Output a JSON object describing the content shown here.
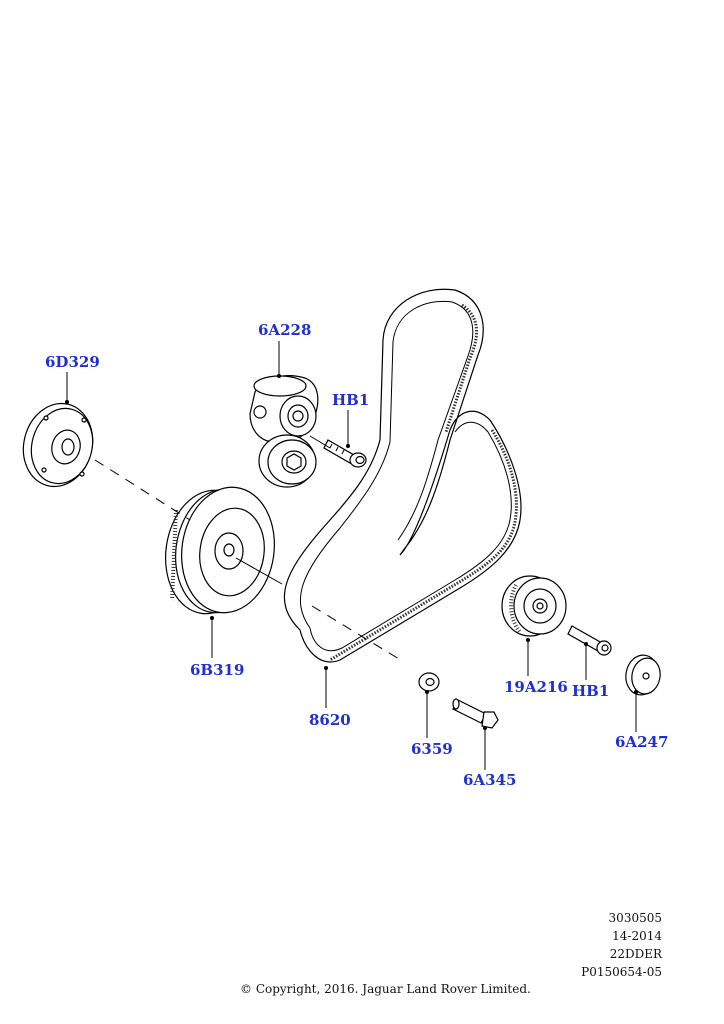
{
  "parts": [
    {
      "id": "tensioner",
      "label": "6A228"
    },
    {
      "id": "bolt-tensioner",
      "label": "HB1"
    },
    {
      "id": "damper-plate",
      "label": "6D329"
    },
    {
      "id": "crank-pulley",
      "label": "6B319"
    },
    {
      "id": "belt",
      "label": "8620"
    },
    {
      "id": "washer",
      "label": "6359"
    },
    {
      "id": "bolt-crank",
      "label": "6A345"
    },
    {
      "id": "idler-pulley",
      "label": "19A216"
    },
    {
      "id": "bolt-idler",
      "label": "HB1"
    },
    {
      "id": "idler-cap",
      "label": "6A247"
    }
  ],
  "info": {
    "line1": "3030505",
    "line2": "14-2014",
    "line3": "22DDER",
    "line4": "P0150654-05"
  },
  "copyright": "© Copyright, 2016. Jaguar Land Rover Limited."
}
